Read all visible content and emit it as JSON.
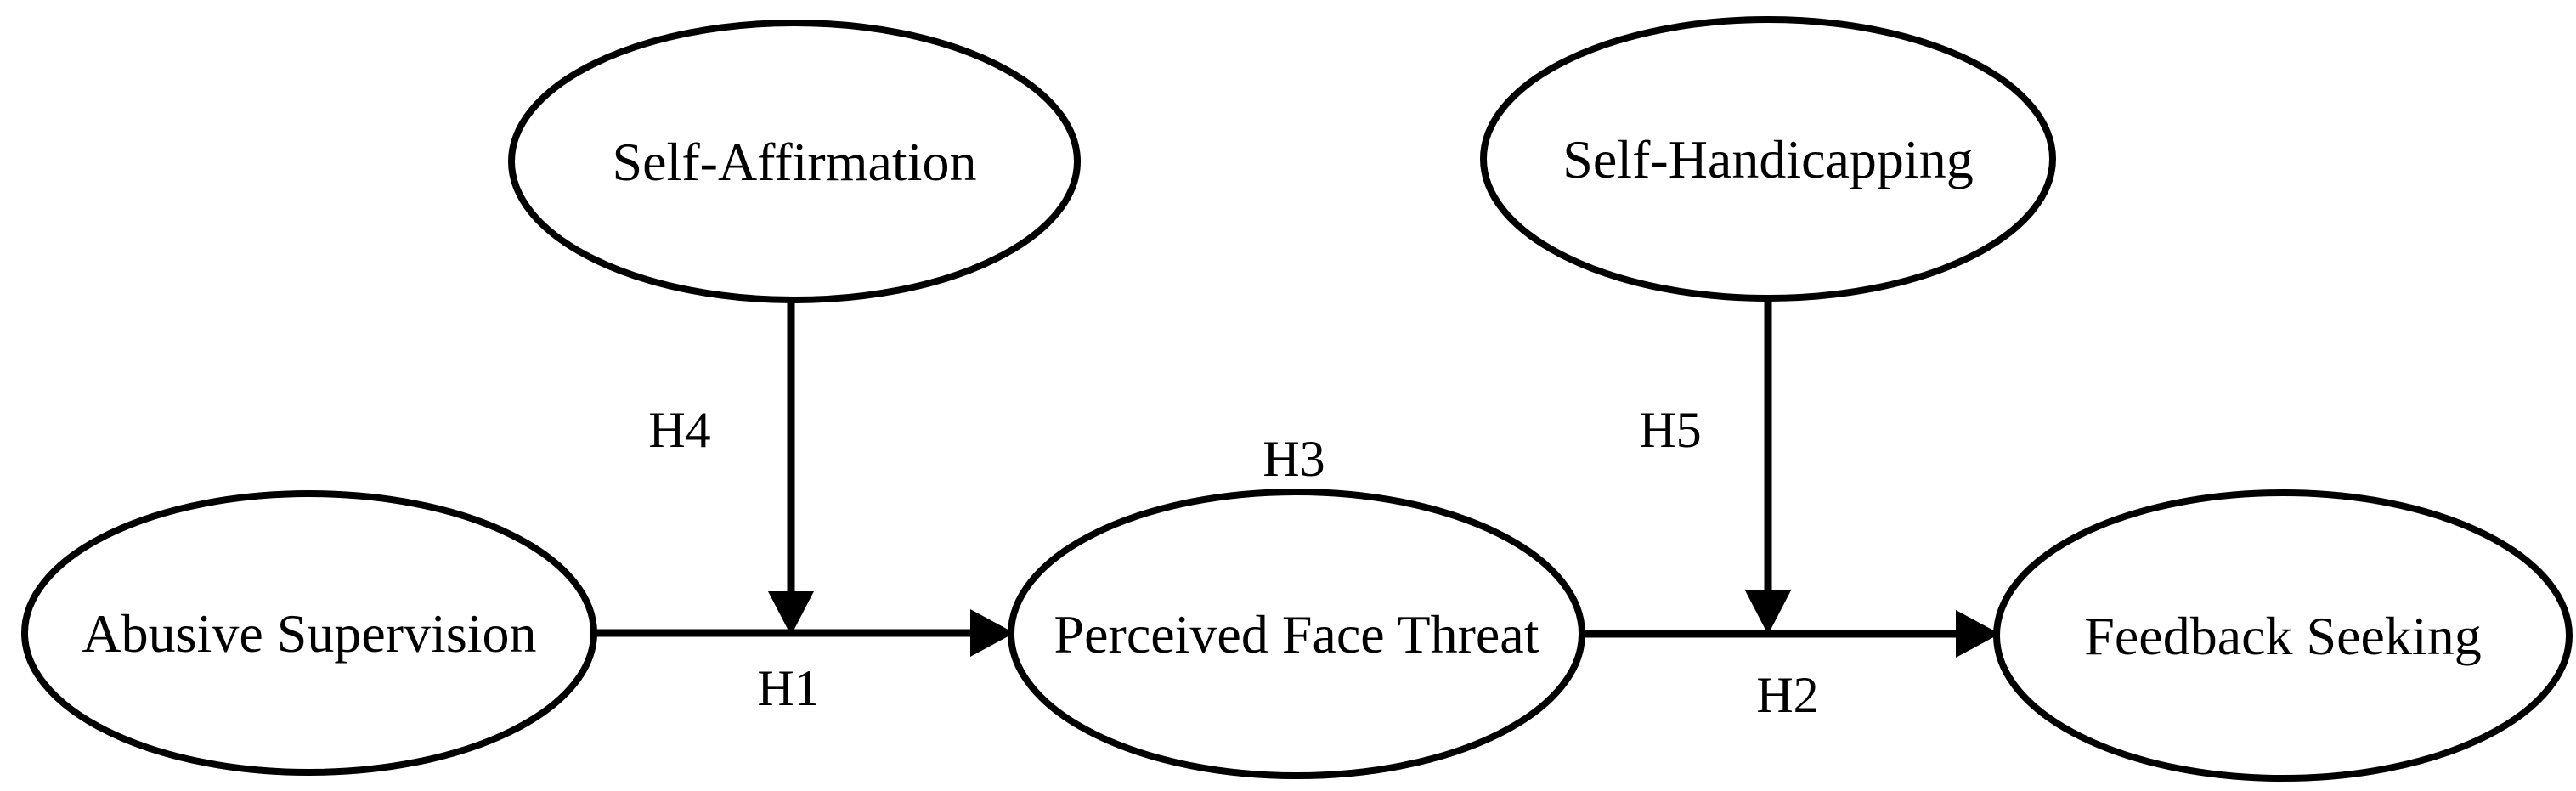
{
  "figure": {
    "type": "hypothesis-path-model-diagram",
    "background_color": "#ffffff",
    "line_color": "#000000",
    "node_fill_color": "#ffffff",
    "text_color": "#000000"
  },
  "nodes": [
    {
      "id": "self-affirmation",
      "label": "Self-Affirmation"
    },
    {
      "id": "self-handicapping",
      "label": "Self-Handicapping"
    },
    {
      "id": "abusive-supervision",
      "label": "Abusive Supervision"
    },
    {
      "id": "perceived-face-threat",
      "label": "Perceived Face Threat"
    },
    {
      "id": "feedback-seeking",
      "label": "Feedback Seeking"
    }
  ],
  "edges": [
    {
      "id": "h1",
      "label": "H1",
      "style": "arrow",
      "from": "abusive-supervision",
      "to": "perceived-face-threat"
    },
    {
      "id": "h2",
      "label": "H2",
      "style": "arrow",
      "from": "perceived-face-threat",
      "to": "feedback-seeking"
    },
    {
      "id": "h3",
      "label": "H3",
      "style": "label-only",
      "attached_to": "perceived-face-threat"
    },
    {
      "id": "h4",
      "label": "H4",
      "style": "arrow",
      "from": "self-affirmation",
      "to": "h1-path"
    },
    {
      "id": "h5",
      "label": "H5",
      "style": "arrow",
      "from": "self-handicapping",
      "to": "h2-path"
    }
  ]
}
